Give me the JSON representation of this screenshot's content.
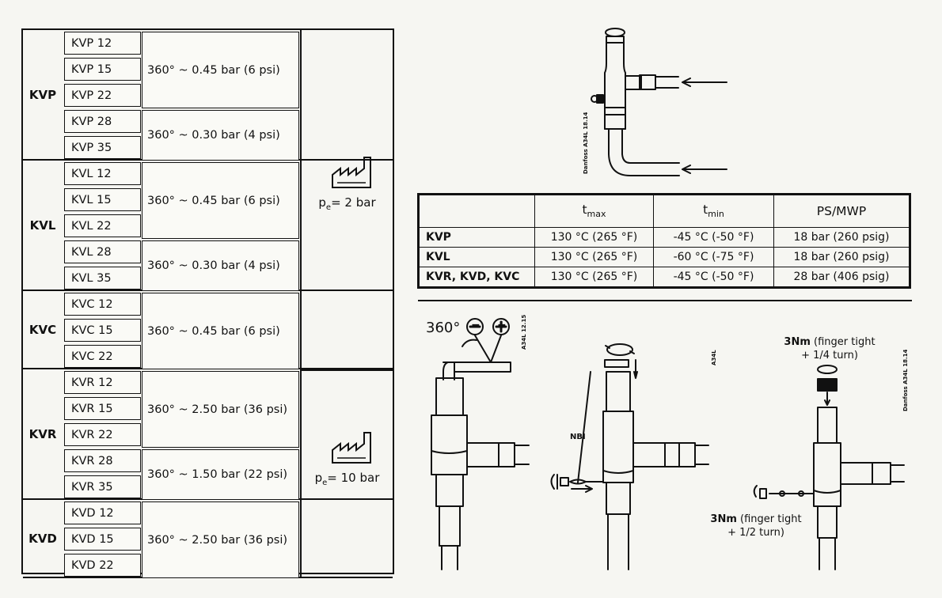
{
  "settings_table": {
    "groups": [
      {
        "family": "KVP",
        "models": [
          "KVP 12",
          "KVP 15",
          "KVP 22",
          "KVP 28",
          "KVP 35"
        ],
        "settings": [
          "360° ~ 0.45 bar (6 psi)",
          "360° ~ 0.30 bar (4 psi)"
        ]
      },
      {
        "family": "KVL",
        "models": [
          "KVL 12",
          "KVL 15",
          "KVL 22",
          "KVL 28",
          "KVL 35"
        ],
        "settings": [
          "360° ~ 0.45 bar (6 psi)",
          "360° ~ 0.30 bar (4 psi)"
        ]
      },
      {
        "family": "KVC",
        "models": [
          "KVC 12",
          "KVC 15",
          "KVC 22"
        ],
        "settings": [
          "360° ~ 0.45 bar (6 psi)"
        ]
      },
      {
        "family": "KVR",
        "models": [
          "KVR 12",
          "KVR 15",
          "KVR 22",
          "KVR 28",
          "KVR 35"
        ],
        "settings": [
          "360° ~ 2.50 bar (36 psi)",
          "360° ~ 1.50 bar (22 psi)"
        ]
      },
      {
        "family": "KVD",
        "models": [
          "KVD 12",
          "KVD 15",
          "KVD 22"
        ],
        "settings": [
          "360° ~ 2.50 bar (36 psi)"
        ]
      }
    ],
    "factory_pressure_1": {
      "symbol": "p",
      "sub": "e",
      "value": "= 2 bar"
    },
    "factory_pressure_2": {
      "symbol": "p",
      "sub": "e",
      "value": "= 10 bar"
    },
    "factory_icon": "factory-icon"
  },
  "spec_table": {
    "headers": [
      {
        "main": "",
        "sub": ""
      },
      {
        "main": "t",
        "sub": "max"
      },
      {
        "main": "t",
        "sub": "min"
      },
      {
        "main": "PS/MWP",
        "sub": ""
      }
    ],
    "rows": [
      {
        "label": "KVP",
        "tmax": "130 °C (265 °F)",
        "tmin": "-45 °C (-50 °F)",
        "ps": "18 bar (260 psig)"
      },
      {
        "label": "KVL",
        "tmax": "130 °C (265 °F)",
        "tmin": "-60 °C (-75 °F)",
        "ps": "18 bar (260 psig)"
      },
      {
        "label": "KVR, KVD, KVC",
        "tmax": "130 °C (265 °F)",
        "tmin": "-45 °C (-50 °F)",
        "ps": "28 bar (406 psig)"
      }
    ]
  },
  "diagrams": {
    "rotation_label": "360°",
    "minus_sign": "−",
    "plus_sign": "+",
    "top_code": "Danfoss A34L 18.14",
    "side_code_1": "A34L 12.15",
    "side_code_2": "A34L",
    "side_code_3": "Danfoss A34L 18.14",
    "nbi_label": "NBI",
    "torque_top": {
      "bold": "3Nm",
      "rest": " (finger tight",
      "line2": "+ 1/4 turn)"
    },
    "torque_bottom": {
      "bold": "3Nm",
      "rest": " (finger tight",
      "line2": "+ 1/2 turn)"
    }
  }
}
